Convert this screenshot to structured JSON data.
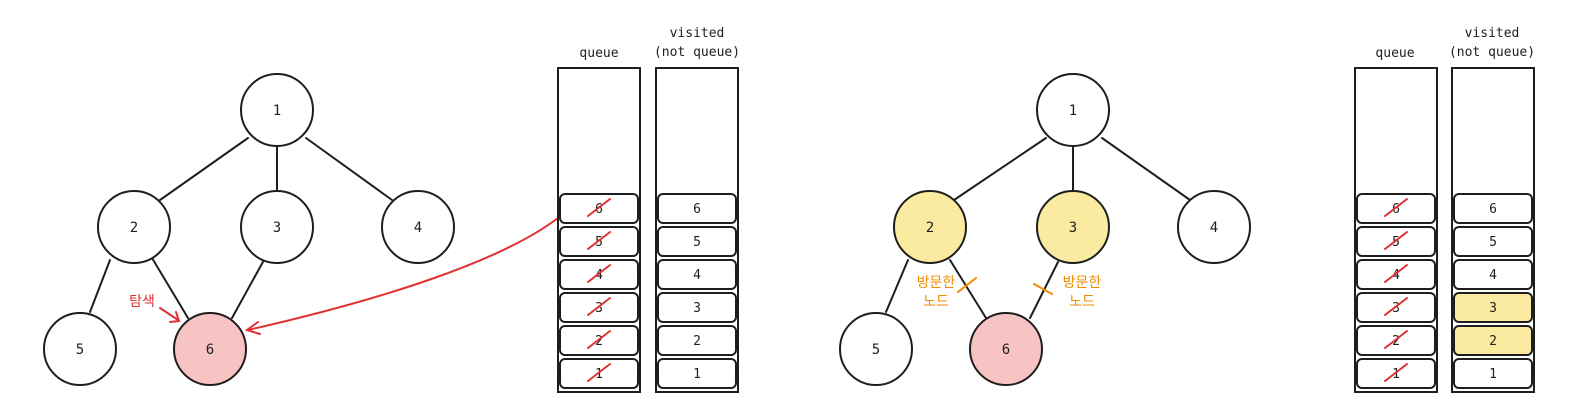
{
  "colors": {
    "stroke": "#1e1e1e",
    "visited_fill": "#fbeba0",
    "explore_fill": "#f8c3c3",
    "red": "#e03131",
    "orange": "#f08c00"
  },
  "left": {
    "nodes": [
      {
        "id": "n1",
        "label": "1"
      },
      {
        "id": "n2",
        "label": "2"
      },
      {
        "id": "n3",
        "label": "3"
      },
      {
        "id": "n4",
        "label": "4"
      },
      {
        "id": "n5",
        "label": "5"
      },
      {
        "id": "n6",
        "label": "6"
      }
    ],
    "explore_label": "탐색",
    "queue_header": "queue",
    "visited_header": "visited",
    "visited_subheader": "(not queue)",
    "queue_items": [
      "6",
      "5",
      "4",
      "3",
      "2",
      "1"
    ],
    "visited_items": [
      "6",
      "5",
      "4",
      "3",
      "2",
      "1"
    ]
  },
  "right": {
    "nodes": [
      {
        "id": "m1",
        "label": "1"
      },
      {
        "id": "m2",
        "label": "2"
      },
      {
        "id": "m3",
        "label": "3"
      },
      {
        "id": "m4",
        "label": "4"
      },
      {
        "id": "m5",
        "label": "5"
      },
      {
        "id": "m6",
        "label": "6"
      }
    ],
    "visited_note_line1": "방문한",
    "visited_note_line2": "노드",
    "queue_header": "queue",
    "visited_header": "visited",
    "visited_subheader": "(not queue)",
    "queue_items": [
      "6",
      "5",
      "4",
      "3",
      "2",
      "1"
    ],
    "visited_items": [
      "6",
      "5",
      "4",
      "3",
      "2",
      "1"
    ]
  }
}
